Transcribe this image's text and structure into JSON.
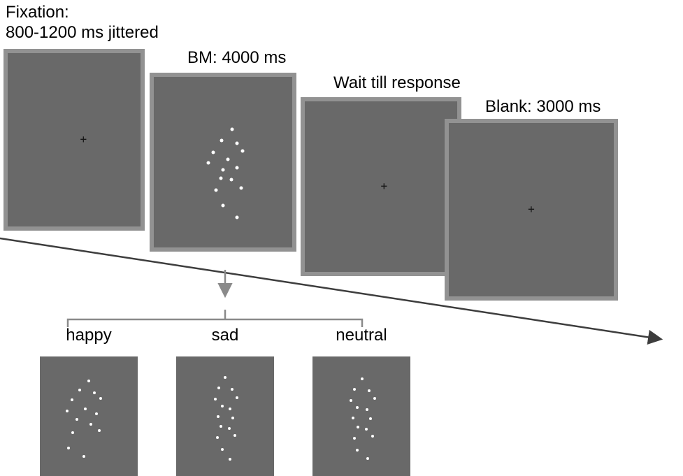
{
  "colors": {
    "panel_fill": "#696969",
    "panel_border": "#929292",
    "dot": "#ffffff",
    "arrow_main": "#3d3d3d",
    "arrow_small": "#8a8a8a",
    "text": "#000000"
  },
  "glyphs": {
    "cross": "+"
  },
  "sequence": {
    "panels": [
      {
        "name": "fixation",
        "label_line1": "Fixation:",
        "label_line2": "800-1200 ms jittered",
        "content": "cross"
      },
      {
        "name": "bm",
        "label": "BM: 4000 ms",
        "content": "point-light-dots",
        "dots": [
          [
            0.567,
            0.306
          ],
          [
            0.49,
            0.373
          ],
          [
            0.6,
            0.388
          ],
          [
            0.429,
            0.443
          ],
          [
            0.643,
            0.435
          ],
          [
            0.395,
            0.506
          ],
          [
            0.533,
            0.482
          ],
          [
            0.6,
            0.533
          ],
          [
            0.5,
            0.545
          ],
          [
            0.486,
            0.596
          ],
          [
            0.562,
            0.604
          ],
          [
            0.448,
            0.663
          ],
          [
            0.633,
            0.651
          ],
          [
            0.5,
            0.753
          ],
          [
            0.6,
            0.824
          ]
        ]
      },
      {
        "name": "wait",
        "label": "Wait till response",
        "content": "cross"
      },
      {
        "name": "blank",
        "label": "Blank: 3000 ms",
        "content": "cross"
      }
    ]
  },
  "conditions": [
    {
      "label": "happy",
      "dots": [
        [
          0.5,
          0.206
        ],
        [
          0.407,
          0.282
        ],
        [
          0.557,
          0.306
        ],
        [
          0.329,
          0.365
        ],
        [
          0.621,
          0.353
        ],
        [
          0.279,
          0.459
        ],
        [
          0.464,
          0.441
        ],
        [
          0.579,
          0.482
        ],
        [
          0.379,
          0.529
        ],
        [
          0.521,
          0.565
        ],
        [
          0.336,
          0.635
        ],
        [
          0.607,
          0.618
        ],
        [
          0.293,
          0.765
        ],
        [
          0.45,
          0.835
        ]
      ]
    },
    {
      "label": "sad",
      "dots": [
        [
          0.5,
          0.176
        ],
        [
          0.436,
          0.265
        ],
        [
          0.571,
          0.276
        ],
        [
          0.4,
          0.359
        ],
        [
          0.621,
          0.347
        ],
        [
          0.471,
          0.418
        ],
        [
          0.55,
          0.441
        ],
        [
          0.429,
          0.5
        ],
        [
          0.579,
          0.512
        ],
        [
          0.457,
          0.582
        ],
        [
          0.543,
          0.6
        ],
        [
          0.421,
          0.676
        ],
        [
          0.6,
          0.659
        ],
        [
          0.471,
          0.776
        ],
        [
          0.55,
          0.859
        ]
      ]
    },
    {
      "label": "neutral",
      "dots": [
        [
          0.507,
          0.188
        ],
        [
          0.429,
          0.276
        ],
        [
          0.579,
          0.288
        ],
        [
          0.393,
          0.371
        ],
        [
          0.636,
          0.353
        ],
        [
          0.457,
          0.429
        ],
        [
          0.557,
          0.447
        ],
        [
          0.414,
          0.512
        ],
        [
          0.593,
          0.518
        ],
        [
          0.464,
          0.588
        ],
        [
          0.55,
          0.606
        ],
        [
          0.429,
          0.682
        ],
        [
          0.614,
          0.665
        ],
        [
          0.457,
          0.782
        ],
        [
          0.564,
          0.853
        ]
      ]
    }
  ]
}
